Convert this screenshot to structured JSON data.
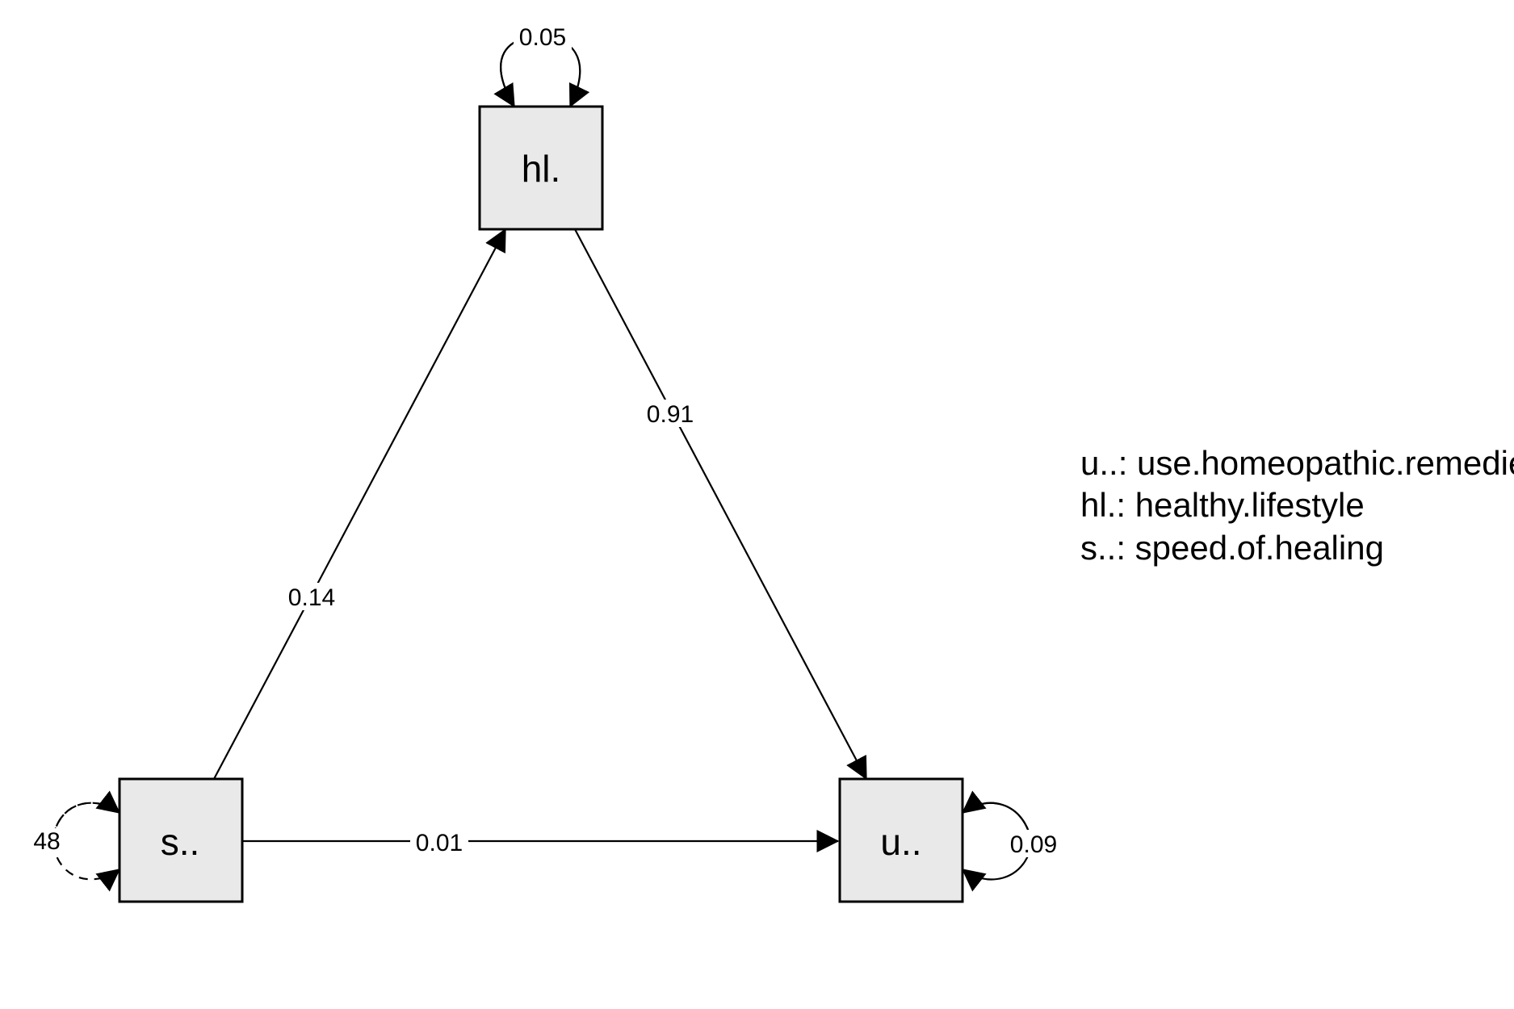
{
  "nodes": {
    "hl": {
      "label": "hl."
    },
    "s": {
      "label": "s.."
    },
    "u": {
      "label": "u.."
    }
  },
  "edges": {
    "s_to_hl": {
      "label": "0.14"
    },
    "hl_to_u": {
      "label": "0.91"
    },
    "s_to_u": {
      "label": "0.01"
    }
  },
  "variances": {
    "hl": {
      "label": "0.05"
    },
    "s": {
      "label": "48"
    },
    "u": {
      "label": "0.09"
    }
  },
  "legend": [
    "u..: use.homeopathic.remedies",
    "hl.: healthy.lifestyle",
    "s..: speed.of.healing"
  ]
}
